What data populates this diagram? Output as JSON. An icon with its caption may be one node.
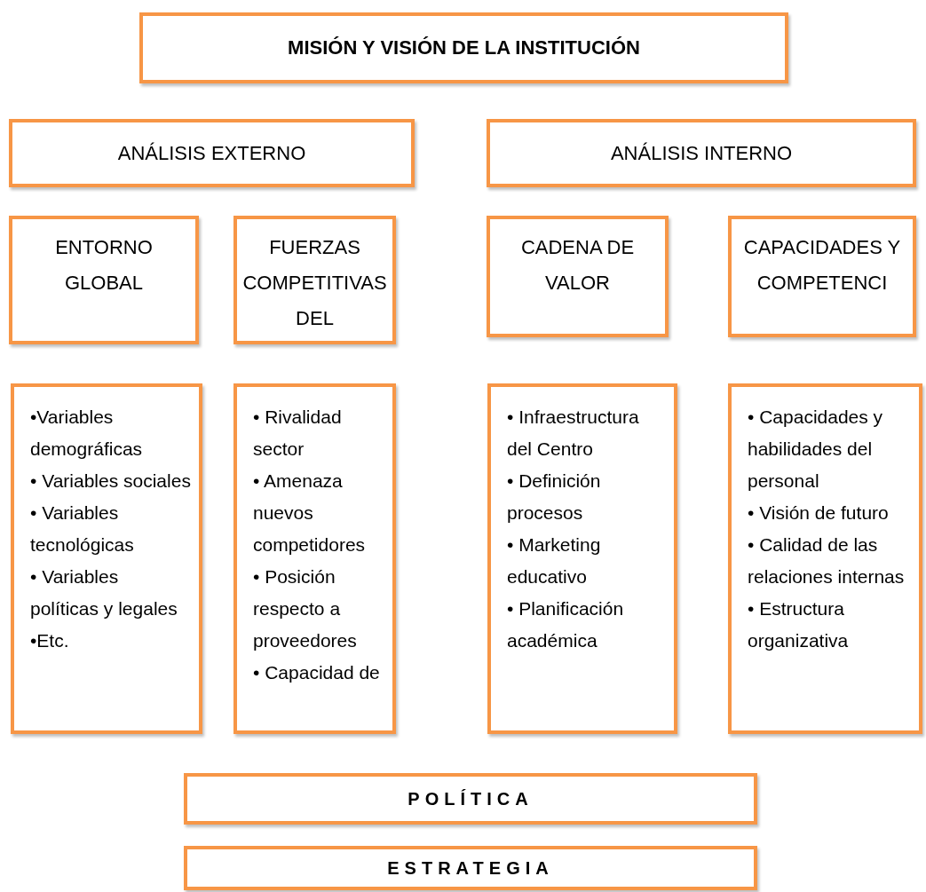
{
  "diagram": {
    "nodes": [
      {
        "text": [
          "MISIÓN Y VISIÓN DE LA INSTITUCIÓN"
        ]
      },
      {
        "text": [
          "ANÁLISIS EXTERNO"
        ]
      },
      {
        "text": [
          "ANÁLISIS INTERNO"
        ]
      },
      {
        "text": [
          "ENTORNO GLOBAL"
        ]
      },
      {
        "text": [
          "FUERZAS COMPETITIVAS DEL"
        ]
      },
      {
        "text": [
          "CADENA DE VALOR"
        ]
      },
      {
        "text": [
          "CAPACIDADES Y COMPETENCI"
        ]
      },
      {
        "text": [
          "•Variables demográficas",
          "• Variables sociales",
          "• Variables tecnológicas",
          "• Variables políticas y legales",
          "•Etc."
        ]
      },
      {
        "text": [
          "• Rivalidad sector",
          "• Amenaza nuevos competidores",
          "• Posición respecto a proveedores",
          "• Capacidad de"
        ]
      },
      {
        "text": [
          "• Infraestructura del Centro",
          "• Definición procesos",
          "• Marketing educativo",
          "• Planificación académica"
        ]
      },
      {
        "text": [
          "• Capacidades y habilidades del personal",
          "• Visión de futuro",
          "• Calidad de las relaciones internas",
          "• Estructura organizativa"
        ]
      },
      {
        "text": [
          "POLÍTICA"
        ]
      },
      {
        "text": [
          "ESTRATEGIA"
        ]
      }
    ]
  }
}
